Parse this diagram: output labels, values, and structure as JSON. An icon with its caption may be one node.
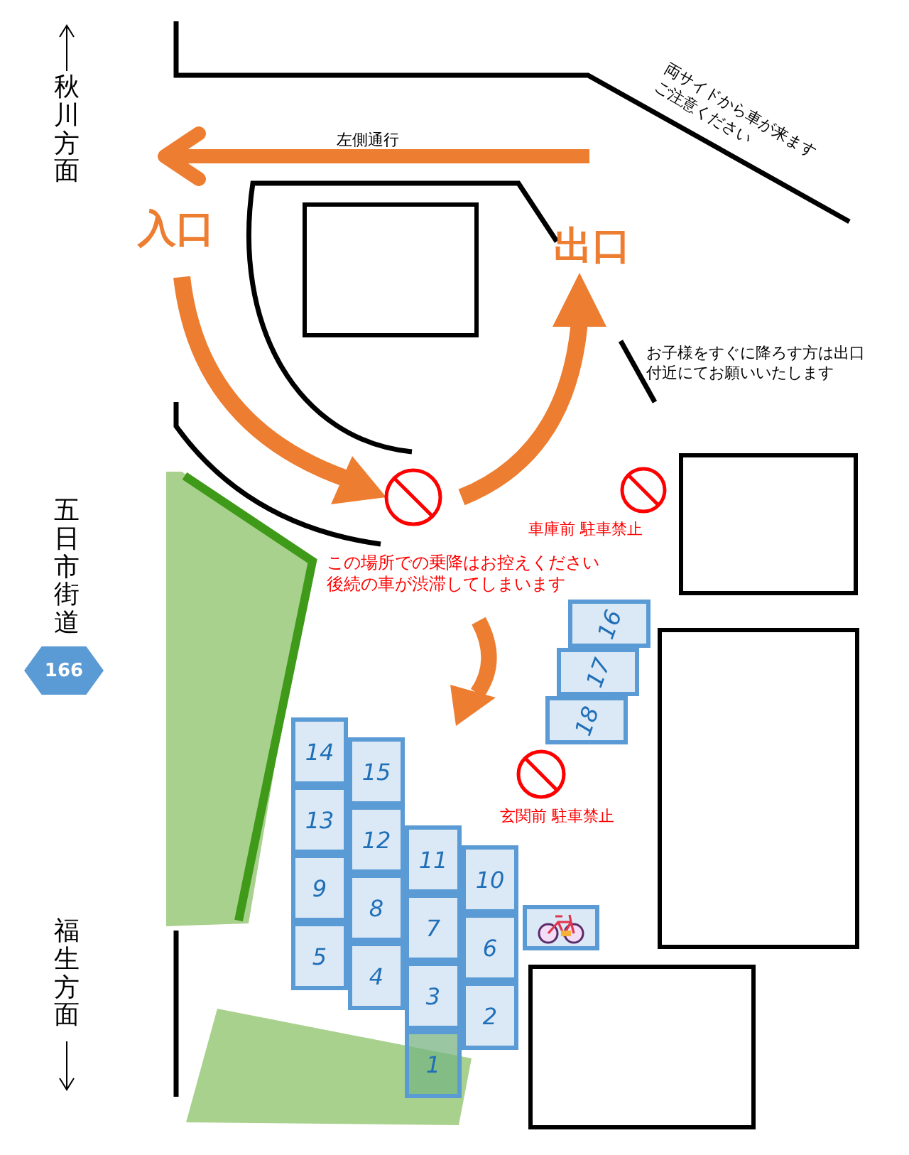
{
  "diagram": {
    "nodes": [
      {
        "text": [
          "1"
        ]
      },
      {
        "text": [
          "2"
        ]
      },
      {
        "text": [
          "3"
        ]
      },
      {
        "text": [
          "4"
        ]
      },
      {
        "text": [
          "5"
        ]
      },
      {
        "text": [
          "6"
        ]
      },
      {
        "text": [
          "7"
        ]
      },
      {
        "text": [
          "8"
        ]
      },
      {
        "text": [
          "9"
        ]
      },
      {
        "text": [
          "10"
        ]
      },
      {
        "text": [
          "11"
        ]
      },
      {
        "text": [
          "12"
        ]
      },
      {
        "text": [
          "13"
        ]
      },
      {
        "text": [
          "14"
        ]
      },
      {
        "text": [
          "15"
        ]
      },
      {
        "text": [
          "16"
        ]
      },
      {
        "text": [
          "17"
        ]
      },
      {
        "text": [
          "18"
        ]
      },
      {
        "text": [
          "166"
        ]
      },
      {
        "text": [],
        "shape": "box"
      },
      {
        "text": [],
        "shape": "box"
      },
      {
        "text": [],
        "shape": "box"
      },
      {
        "text": [],
        "shape": "box"
      },
      {
        "text": [],
        "shape": "box"
      }
    ],
    "labels": [
      "秋川方面",
      "両サイドから車が来ますご注意ください",
      "左側通行",
      "入口",
      "出口",
      "お子様をすぐに降ろす方は出口付近にてお願いいたします",
      "五日市街道",
      "車庫前 駐車禁止",
      "この場所での乗降はお控えください後続の車が渋滞してしまいます",
      "玄関前 駐車禁止",
      "福生方面"
    ]
  }
}
